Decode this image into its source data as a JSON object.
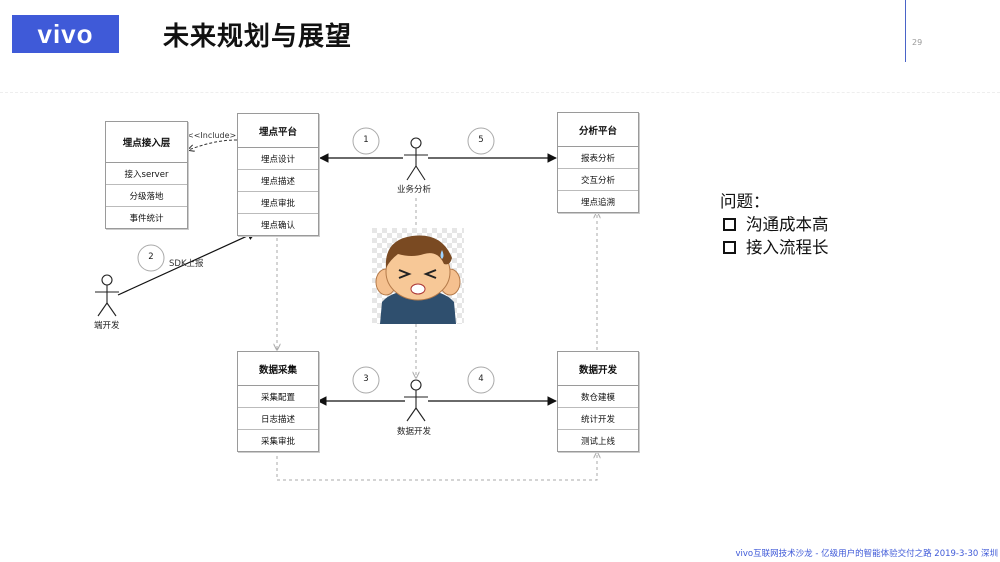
{
  "header": {
    "logo": "vivo",
    "title": "未来规划与展望",
    "page_number": "29"
  },
  "diagram": {
    "boxes": {
      "access": {
        "title": "埋点接入层",
        "rows": [
          "接入server",
          "分级落地",
          "事件统计"
        ]
      },
      "platform": {
        "title": "埋点平台",
        "rows": [
          "埋点设计",
          "埋点描述",
          "埋点审批",
          "埋点确认"
        ]
      },
      "analysis": {
        "title": "分析平台",
        "rows": [
          "报表分析",
          "交互分析",
          "埋点追溯"
        ]
      },
      "collect": {
        "title": "数据采集",
        "rows": [
          "采集配置",
          "日志描述",
          "采集审批"
        ]
      },
      "dev": {
        "title": "数据开发",
        "rows": [
          "数仓建模",
          "统计开发",
          "测试上线"
        ]
      }
    },
    "actors": {
      "biz": "业务分析",
      "client": "端开发",
      "data": "数据开发"
    },
    "steps": [
      "1",
      "2",
      "3",
      "4",
      "5"
    ],
    "include_label": "<<Include>>",
    "sdk_label": "SDK上报"
  },
  "issues": {
    "heading": "问题：",
    "items": [
      "沟通成本高",
      "接入流程长"
    ]
  },
  "footer": "vivo互联网技术沙龙 - 亿级用户的智能体验交付之路  2019-3-30 深圳"
}
